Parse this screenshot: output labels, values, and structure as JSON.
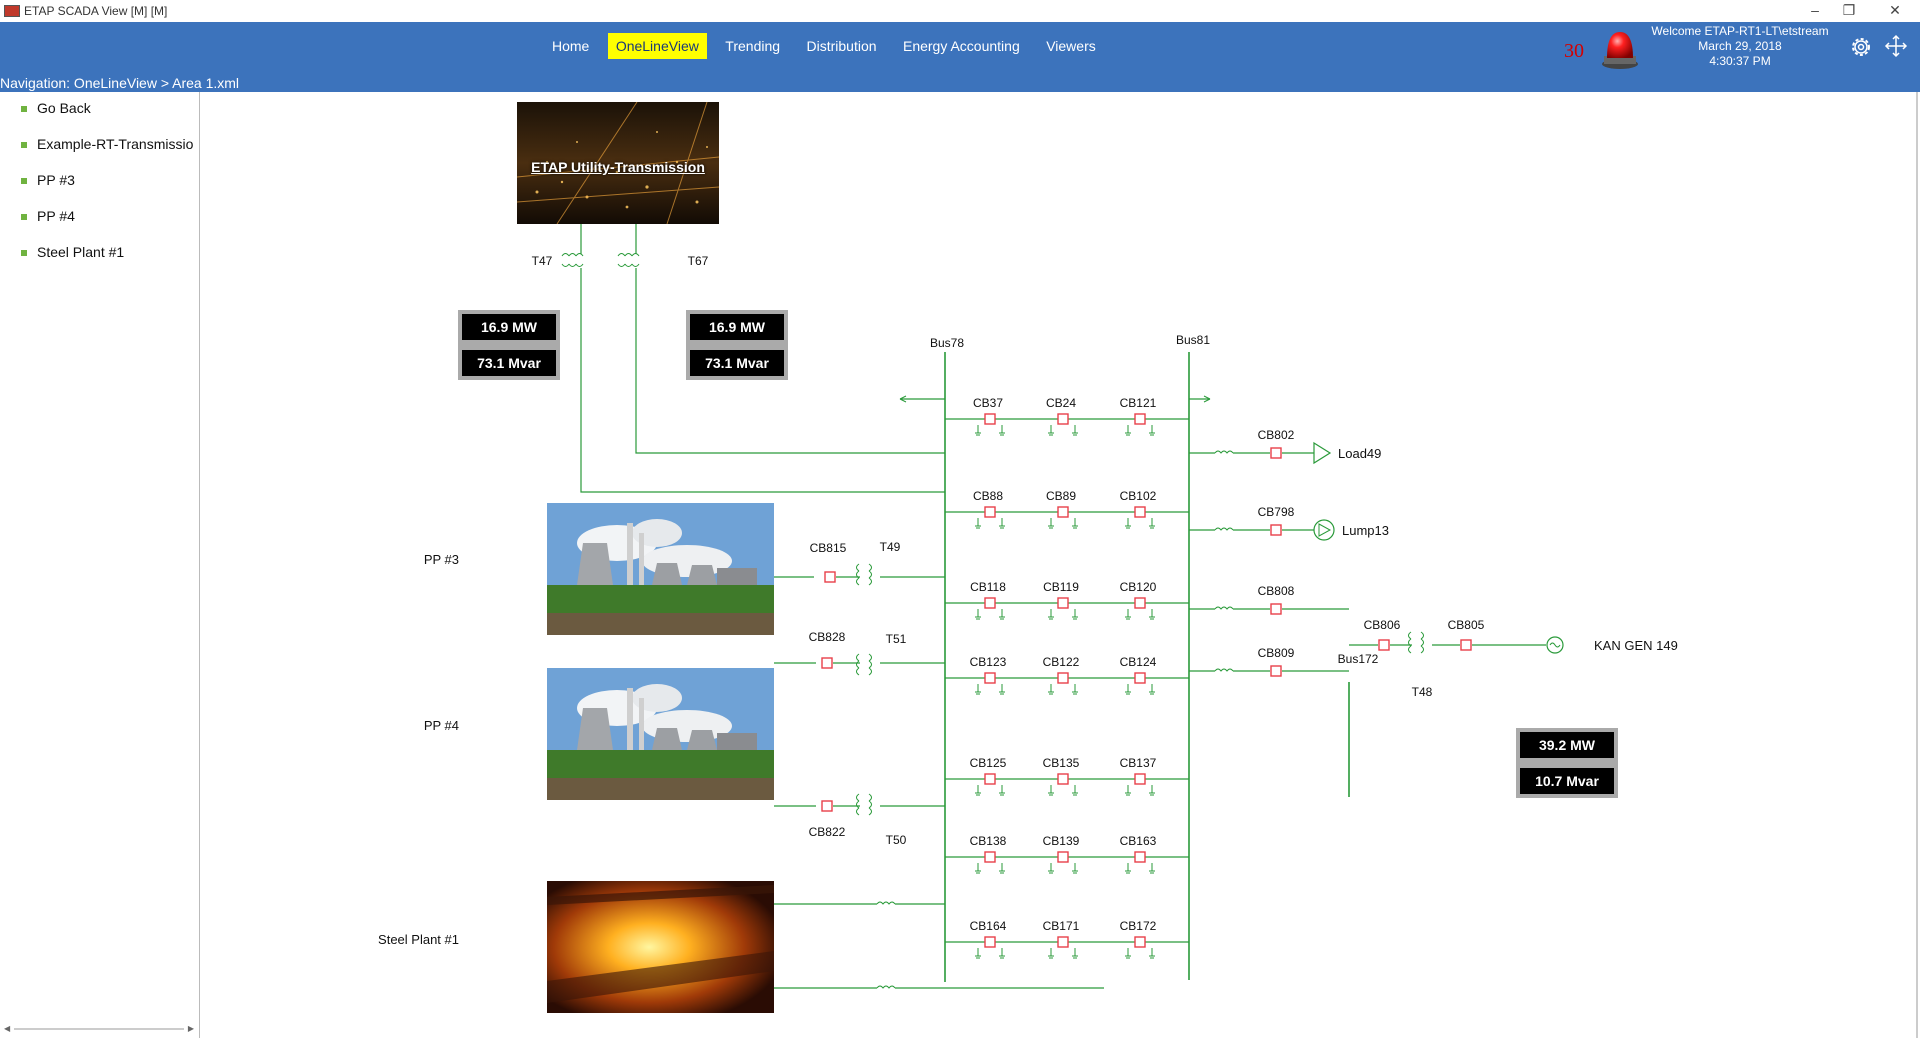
{
  "window": {
    "title": "ETAP SCADA View [M]  [M]",
    "controls": [
      "–",
      "❐",
      "✕"
    ]
  },
  "header": {
    "nav": [
      "Home",
      "OneLineView",
      "Trending",
      "Distribution",
      "Energy Accounting",
      "Viewers"
    ],
    "active_nav": "OneLineView",
    "breadcrumb": "Navigation: OneLineView > Area 1.xml",
    "alarm_count": "30",
    "welcome": "Welcome ETAP-RT1-LT\\etstream",
    "date": "March 29, 2018",
    "time": "4:30:37 PM"
  },
  "sidebar": {
    "items": [
      "Go Back",
      "Example-RT-Transmissio",
      "PP #3",
      "PP #4",
      "Steel Plant #1"
    ]
  },
  "diagram": {
    "utility_image_label": "ETAP Utility-Transmission",
    "facility_labels": {
      "pp3": "PP #3",
      "pp4": "PP #4",
      "steel": "Steel Plant #1"
    },
    "meters": [
      {
        "mw": "16.9 MW",
        "mvar": "73.1 Mvar"
      },
      {
        "mw": "16.9 MW",
        "mvar": "73.1 Mvar"
      },
      {
        "mw": "39.2 MW",
        "mvar": "10.7 Mvar"
      }
    ],
    "buses": [
      "Bus78",
      "Bus81",
      "Bus172"
    ],
    "transformers": [
      "T47",
      "T67",
      "T49",
      "T51",
      "T50",
      "T48"
    ],
    "breakers_feed": [
      "CB815",
      "CB828",
      "CB822"
    ],
    "breakers_matrix": [
      [
        "CB37",
        "CB24",
        "CB121"
      ],
      [
        "CB88",
        "CB89",
        "CB102"
      ],
      [
        "CB118",
        "CB119",
        "CB120"
      ],
      [
        "CB123",
        "CB122",
        "CB124"
      ],
      [
        "CB125",
        "CB135",
        "CB137"
      ],
      [
        "CB138",
        "CB139",
        "CB163"
      ],
      [
        "CB164",
        "CB171",
        "CB172"
      ]
    ],
    "feeders": [
      {
        "cb": "CB802",
        "load": "Load49"
      },
      {
        "cb": "CB798",
        "load": "Lump13"
      },
      {
        "cb": "CB808",
        "load": ""
      },
      {
        "cb": "CB809",
        "load": ""
      }
    ],
    "gen_chain": {
      "cb1": "CB806",
      "cb2": "CB805",
      "generator": "KAN GEN 149"
    },
    "colors": {
      "wire": "#2a9a3a",
      "breaker": "#e8404a",
      "accent": "#3c73bc",
      "active_nav": "#ffff00"
    }
  }
}
